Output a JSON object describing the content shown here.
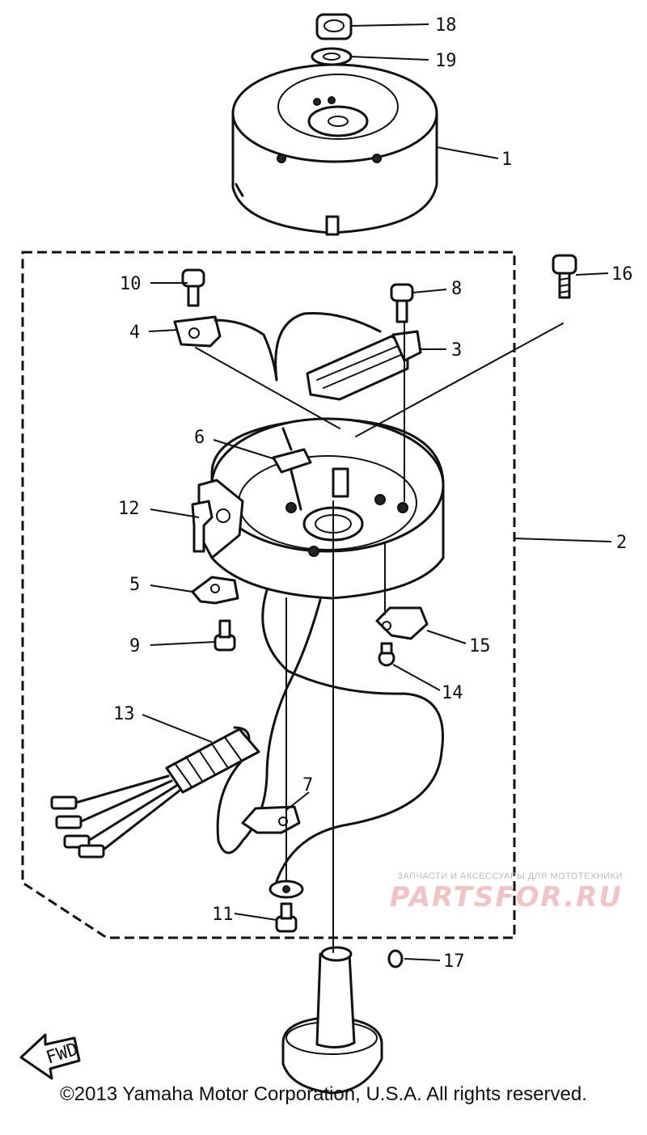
{
  "callouts": [
    {
      "id": "1",
      "label": "1"
    },
    {
      "id": "2",
      "label": "2"
    },
    {
      "id": "3",
      "label": "3"
    },
    {
      "id": "4",
      "label": "4"
    },
    {
      "id": "5",
      "label": "5"
    },
    {
      "id": "6",
      "label": "6"
    },
    {
      "id": "7",
      "label": "7"
    },
    {
      "id": "8",
      "label": "8"
    },
    {
      "id": "9",
      "label": "9"
    },
    {
      "id": "10",
      "label": "10"
    },
    {
      "id": "11",
      "label": "11"
    },
    {
      "id": "12",
      "label": "12"
    },
    {
      "id": "13",
      "label": "13"
    },
    {
      "id": "14",
      "label": "14"
    },
    {
      "id": "15",
      "label": "15"
    },
    {
      "id": "16",
      "label": "16"
    },
    {
      "id": "17",
      "label": "17"
    },
    {
      "id": "18",
      "label": "18"
    },
    {
      "id": "19",
      "label": "19"
    }
  ],
  "direction_arrow": {
    "label": "FWD"
  },
  "watermark": {
    "subtitle": "ЗАПЧАСТИ И АКСЕССУАРЫ ДЛЯ МОТОТЕХНИКИ",
    "brand": "PARTSFOR.RU"
  },
  "copyright": "©2013 Yamaha Motor Corporation, U.S.A. All rights reserved."
}
